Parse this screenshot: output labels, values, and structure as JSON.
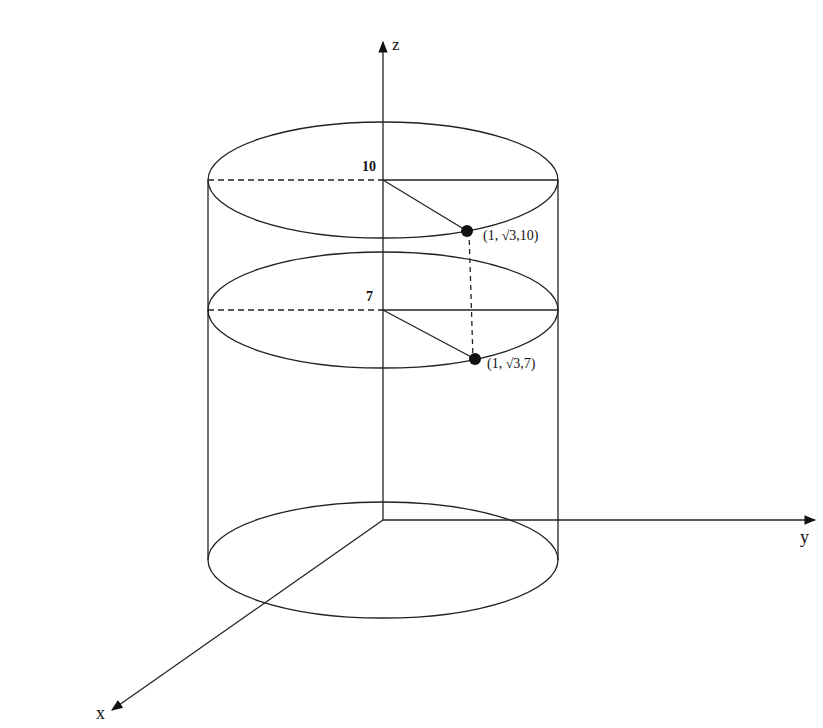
{
  "diagram": {
    "labels": [
      "z",
      "10",
      "(1, √3,10)",
      "7",
      "(1, √3,7)",
      "y",
      "x"
    ]
  }
}
